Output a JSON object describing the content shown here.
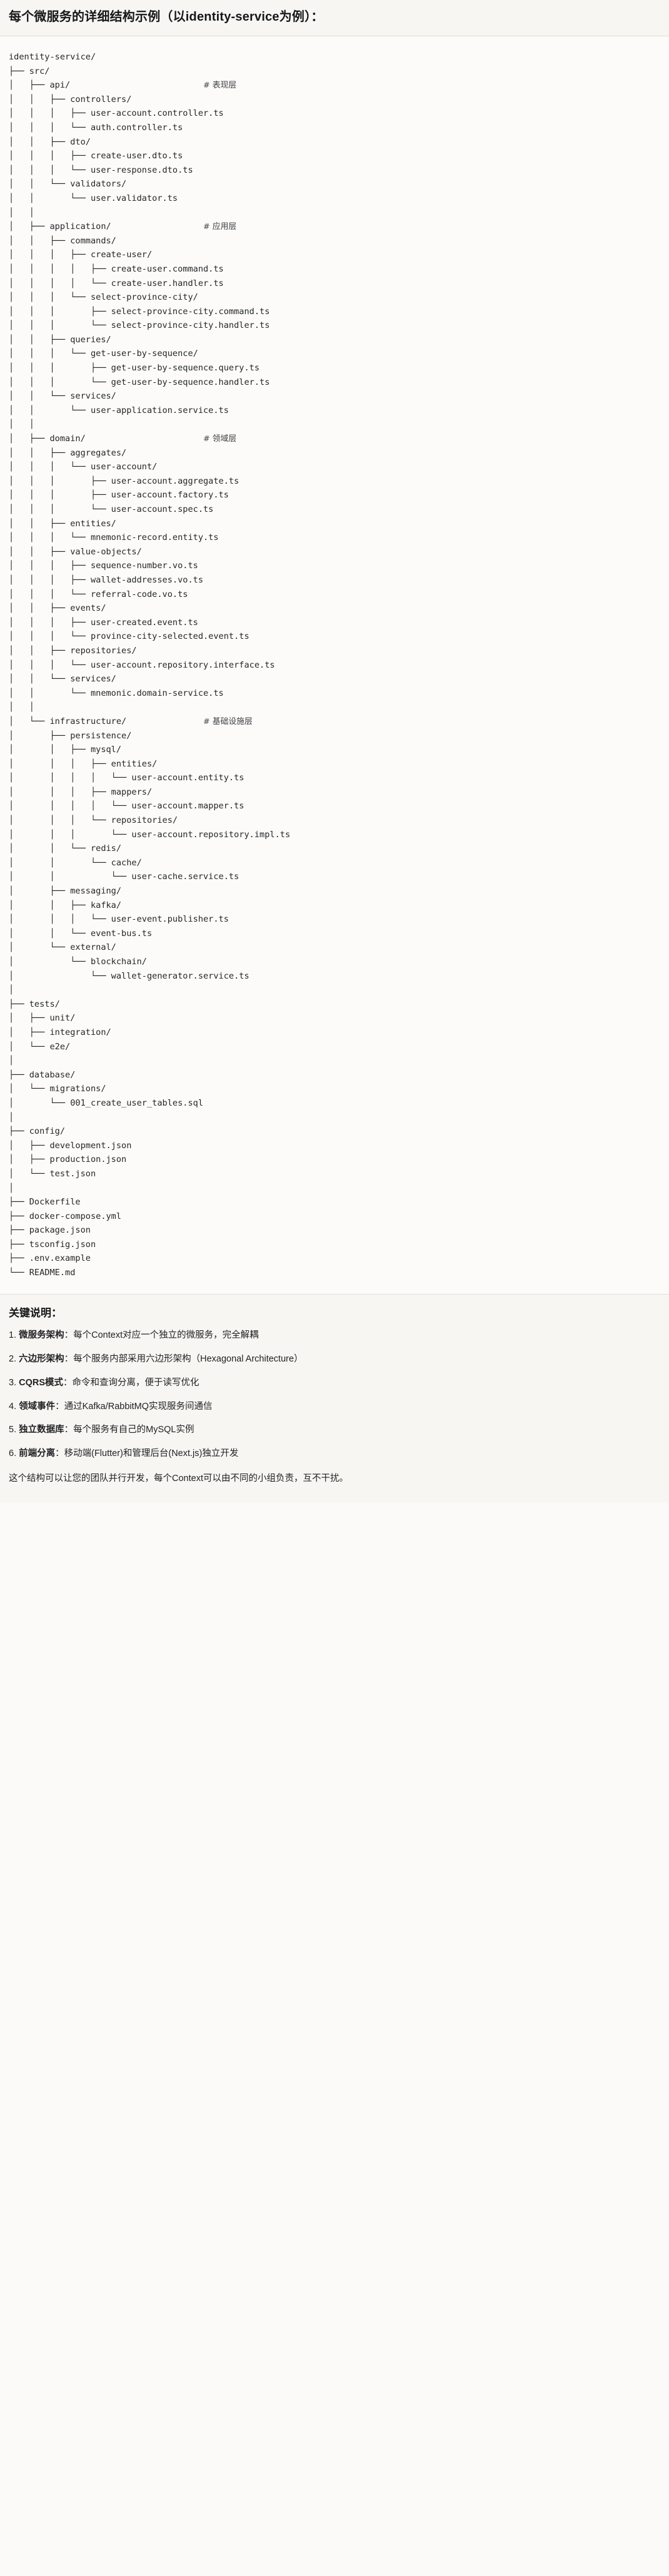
{
  "header": {
    "title": "每个微服务的详细结构示例（以identity-service为例）："
  },
  "tree": {
    "root": "identity-service/",
    "lines": [
      {
        "text": "identity-service/",
        "comment": ""
      },
      {
        "text": "├── src/",
        "comment": ""
      },
      {
        "text": "│   ├── api/",
        "comment": "# 表现层"
      },
      {
        "text": "│   │   ├── controllers/",
        "comment": ""
      },
      {
        "text": "│   │   │   ├── user-account.controller.ts",
        "comment": ""
      },
      {
        "text": "│   │   │   └── auth.controller.ts",
        "comment": ""
      },
      {
        "text": "│   │   ├── dto/",
        "comment": ""
      },
      {
        "text": "│   │   │   ├── create-user.dto.ts",
        "comment": ""
      },
      {
        "text": "│   │   │   └── user-response.dto.ts",
        "comment": ""
      },
      {
        "text": "│   │   └── validators/",
        "comment": ""
      },
      {
        "text": "│   │       └── user.validator.ts",
        "comment": ""
      },
      {
        "text": "│   │",
        "comment": ""
      },
      {
        "text": "│   ├── application/",
        "comment": "# 应用层"
      },
      {
        "text": "│   │   ├── commands/",
        "comment": ""
      },
      {
        "text": "│   │   │   ├── create-user/",
        "comment": ""
      },
      {
        "text": "│   │   │   │   ├── create-user.command.ts",
        "comment": ""
      },
      {
        "text": "│   │   │   │   └── create-user.handler.ts",
        "comment": ""
      },
      {
        "text": "│   │   │   └── select-province-city/",
        "comment": ""
      },
      {
        "text": "│   │   │       ├── select-province-city.command.ts",
        "comment": ""
      },
      {
        "text": "│   │   │       └── select-province-city.handler.ts",
        "comment": ""
      },
      {
        "text": "│   │   ├── queries/",
        "comment": ""
      },
      {
        "text": "│   │   │   └── get-user-by-sequence/",
        "comment": ""
      },
      {
        "text": "│   │   │       ├── get-user-by-sequence.query.ts",
        "comment": ""
      },
      {
        "text": "│   │   │       └── get-user-by-sequence.handler.ts",
        "comment": ""
      },
      {
        "text": "│   │   └── services/",
        "comment": ""
      },
      {
        "text": "│   │       └── user-application.service.ts",
        "comment": ""
      },
      {
        "text": "│   │",
        "comment": ""
      },
      {
        "text": "│   ├── domain/",
        "comment": "# 领域层"
      },
      {
        "text": "│   │   ├── aggregates/",
        "comment": ""
      },
      {
        "text": "│   │   │   └── user-account/",
        "comment": ""
      },
      {
        "text": "│   │   │       ├── user-account.aggregate.ts",
        "comment": ""
      },
      {
        "text": "│   │   │       ├── user-account.factory.ts",
        "comment": ""
      },
      {
        "text": "│   │   │       └── user-account.spec.ts",
        "comment": ""
      },
      {
        "text": "│   │   ├── entities/",
        "comment": ""
      },
      {
        "text": "│   │   │   └── mnemonic-record.entity.ts",
        "comment": ""
      },
      {
        "text": "│   │   ├── value-objects/",
        "comment": ""
      },
      {
        "text": "│   │   │   ├── sequence-number.vo.ts",
        "comment": ""
      },
      {
        "text": "│   │   │   ├── wallet-addresses.vo.ts",
        "comment": ""
      },
      {
        "text": "│   │   │   └── referral-code.vo.ts",
        "comment": ""
      },
      {
        "text": "│   │   ├── events/",
        "comment": ""
      },
      {
        "text": "│   │   │   ├── user-created.event.ts",
        "comment": ""
      },
      {
        "text": "│   │   │   └── province-city-selected.event.ts",
        "comment": ""
      },
      {
        "text": "│   │   ├── repositories/",
        "comment": ""
      },
      {
        "text": "│   │   │   └── user-account.repository.interface.ts",
        "comment": ""
      },
      {
        "text": "│   │   └── services/",
        "comment": ""
      },
      {
        "text": "│   │       └── mnemonic.domain-service.ts",
        "comment": ""
      },
      {
        "text": "│   │",
        "comment": ""
      },
      {
        "text": "│   └── infrastructure/",
        "comment": "# 基础设施层"
      },
      {
        "text": "│       ├── persistence/",
        "comment": ""
      },
      {
        "text": "│       │   ├── mysql/",
        "comment": ""
      },
      {
        "text": "│       │   │   ├── entities/",
        "comment": ""
      },
      {
        "text": "│       │   │   │   └── user-account.entity.ts",
        "comment": ""
      },
      {
        "text": "│       │   │   ├── mappers/",
        "comment": ""
      },
      {
        "text": "│       │   │   │   └── user-account.mapper.ts",
        "comment": ""
      },
      {
        "text": "│       │   │   └── repositories/",
        "comment": ""
      },
      {
        "text": "│       │   │       └── user-account.repository.impl.ts",
        "comment": ""
      },
      {
        "text": "│       │   └── redis/",
        "comment": ""
      },
      {
        "text": "│       │       └── cache/",
        "comment": ""
      },
      {
        "text": "│       │           └── user-cache.service.ts",
        "comment": ""
      },
      {
        "text": "│       ├── messaging/",
        "comment": ""
      },
      {
        "text": "│       │   ├── kafka/",
        "comment": ""
      },
      {
        "text": "│       │   │   └── user-event.publisher.ts",
        "comment": ""
      },
      {
        "text": "│       │   └── event-bus.ts",
        "comment": ""
      },
      {
        "text": "│       └── external/",
        "comment": ""
      },
      {
        "text": "│           └── blockchain/",
        "comment": ""
      },
      {
        "text": "│               └── wallet-generator.service.ts",
        "comment": ""
      },
      {
        "text": "│",
        "comment": ""
      },
      {
        "text": "├── tests/",
        "comment": ""
      },
      {
        "text": "│   ├── unit/",
        "comment": ""
      },
      {
        "text": "│   ├── integration/",
        "comment": ""
      },
      {
        "text": "│   └── e2e/",
        "comment": ""
      },
      {
        "text": "│",
        "comment": ""
      },
      {
        "text": "├── database/",
        "comment": ""
      },
      {
        "text": "│   └── migrations/",
        "comment": ""
      },
      {
        "text": "│       └── 001_create_user_tables.sql",
        "comment": ""
      },
      {
        "text": "│",
        "comment": ""
      },
      {
        "text": "├── config/",
        "comment": ""
      },
      {
        "text": "│   ├── development.json",
        "comment": ""
      },
      {
        "text": "│   ├── production.json",
        "comment": ""
      },
      {
        "text": "│   └── test.json",
        "comment": ""
      },
      {
        "text": "│",
        "comment": ""
      },
      {
        "text": "├── Dockerfile",
        "comment": ""
      },
      {
        "text": "├── docker-compose.yml",
        "comment": ""
      },
      {
        "text": "├── package.json",
        "comment": ""
      },
      {
        "text": "├── tsconfig.json",
        "comment": ""
      },
      {
        "text": "├── .env.example",
        "comment": ""
      },
      {
        "text": "└── README.md",
        "comment": ""
      }
    ]
  },
  "notes": {
    "title": "关键说明：",
    "items": [
      {
        "num": "1. ",
        "lead": "微服务架构",
        "body": "：每个Context对应一个独立的微服务，完全解耦"
      },
      {
        "num": "2. ",
        "lead": "六边形架构",
        "body": "：每个服务内部采用六边形架构（Hexagonal Architecture）"
      },
      {
        "num": "3. ",
        "lead": "CQRS模式",
        "body": "：命令和查询分离，便于读写优化"
      },
      {
        "num": "4. ",
        "lead": "领域事件",
        "body": "：通过Kafka/RabbitMQ实现服务间通信"
      },
      {
        "num": "5. ",
        "lead": "独立数据库",
        "body": "：每个服务有自己的MySQL实例"
      },
      {
        "num": "6. ",
        "lead": "前端分离",
        "body": "：移动端(Flutter)和管理后台(Next.js)独立开发"
      }
    ],
    "footer": "这个结构可以让您的团队并行开发，每个Context可以由不同的小组负责，互不干扰。"
  },
  "colors": {
    "page_bg": "#fbfaf8",
    "header_bg": "#f7f6f2",
    "code_bg": "#fcfbf9",
    "text": "#1f2023",
    "comment": "#3e4046",
    "divider": "#dedbd4"
  }
}
